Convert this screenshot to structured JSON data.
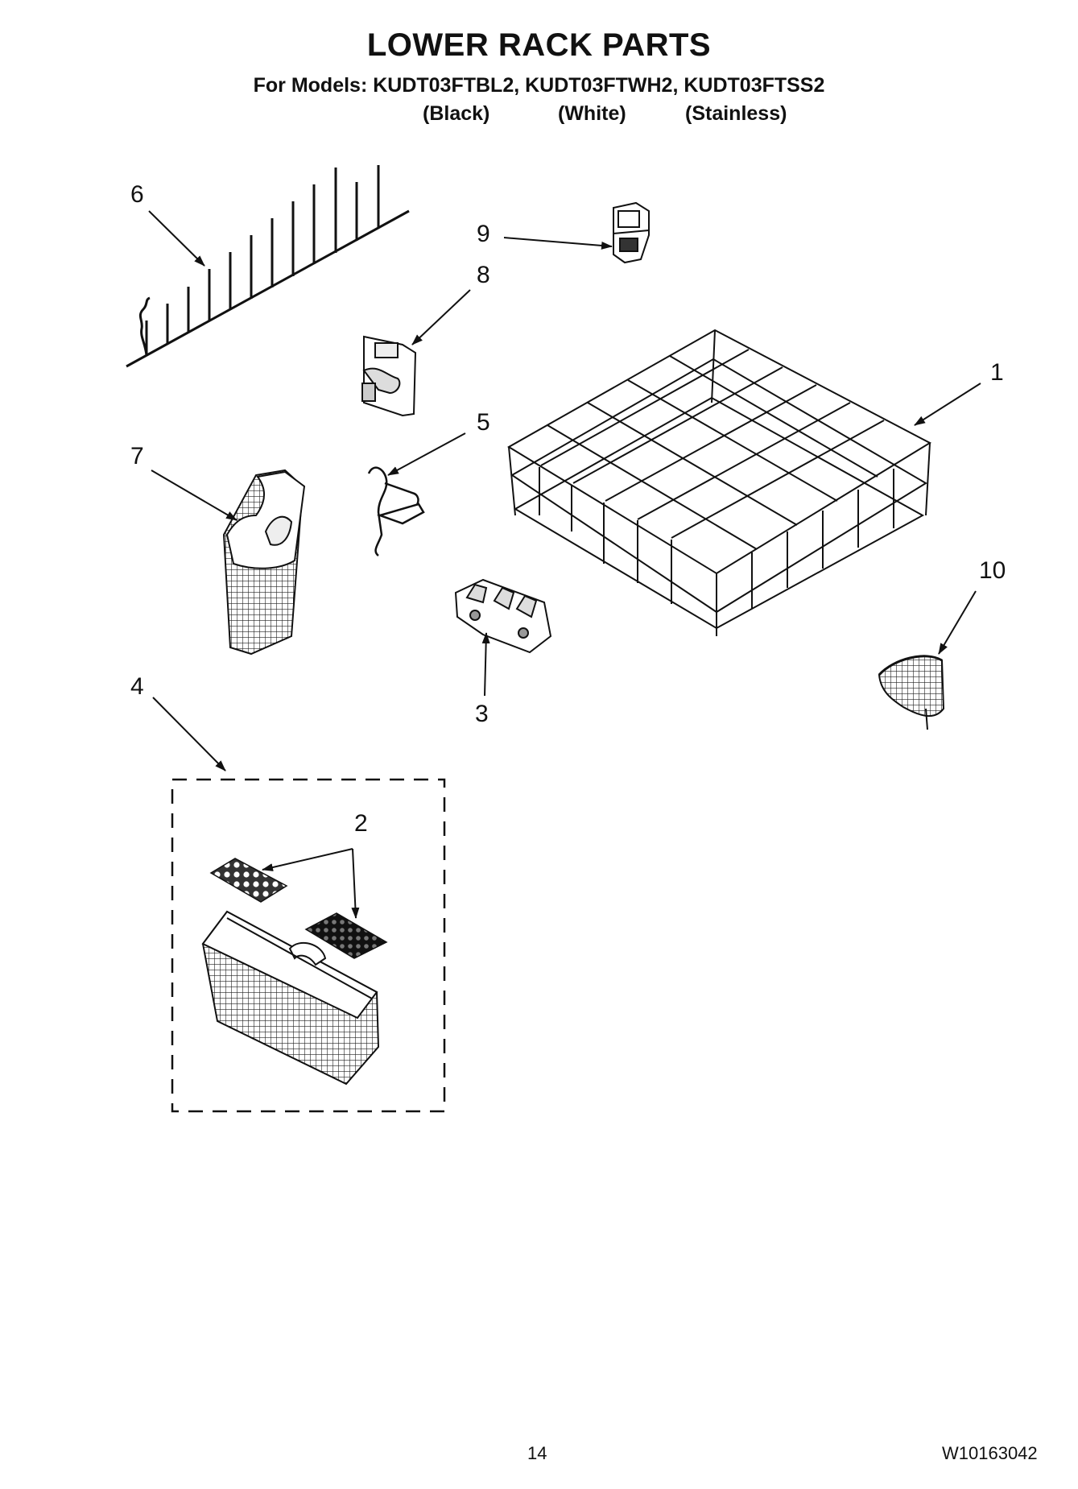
{
  "header": {
    "title": "LOWER RACK PARTS",
    "models_line": "For Models: KUDT03FTBL2, KUDT03FTWH2, KUDT03FTSS2",
    "finishes": [
      "(Black)",
      "(White)",
      "(Stainless)"
    ]
  },
  "callouts": {
    "c1": "1",
    "c2": "2",
    "c3": "3",
    "c4": "4",
    "c5": "5",
    "c6": "6",
    "c7": "7",
    "c8": "8",
    "c9": "9",
    "c10": "10"
  },
  "footer": {
    "page_number": "14",
    "doc_number": "W10163042"
  }
}
